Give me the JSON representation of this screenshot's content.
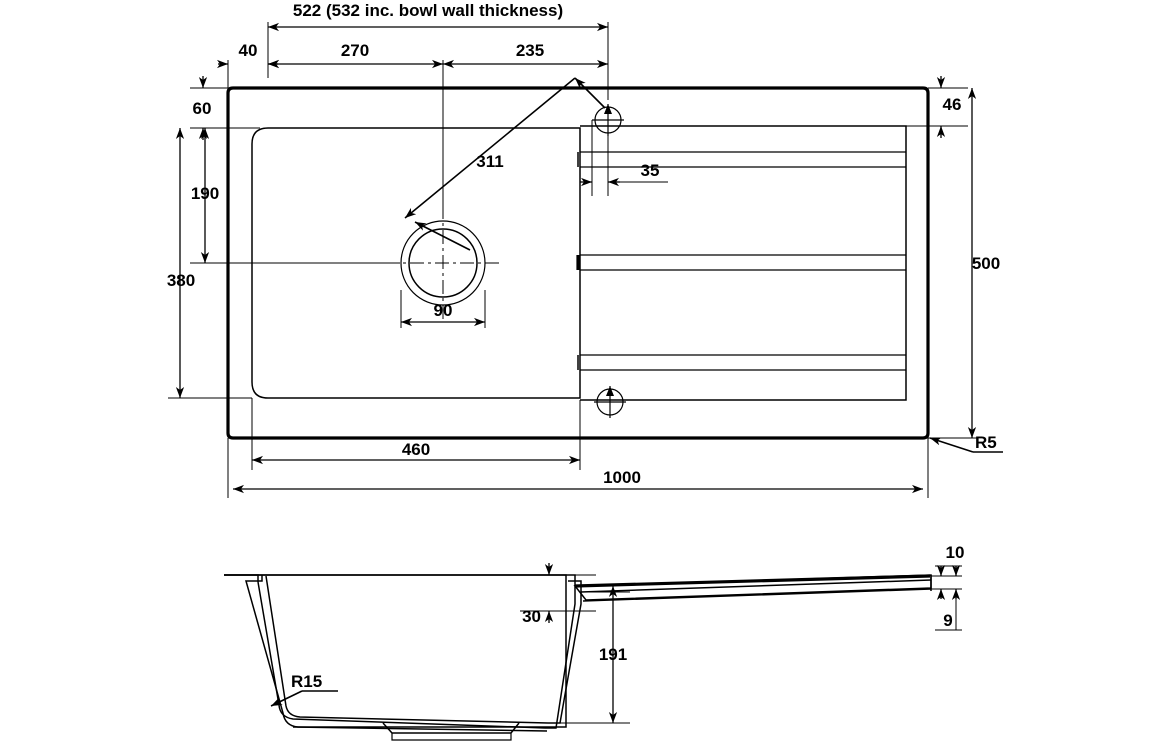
{
  "document": {
    "type": "technical-drawing",
    "subject": "kitchen sink with single bowl and drainer board",
    "units": "mm",
    "views": [
      "plan-view",
      "section-view"
    ],
    "line_color": "#000000",
    "background_color": "#ffffff"
  },
  "plan_view": {
    "title_dimension": "522 (532 inc. bowl wall thickness)",
    "dimensions": {
      "top_offset_left": "40",
      "top_segment_1": "270",
      "top_segment_2": "235",
      "overall_top": "522 (532 inc. bowl wall thickness)",
      "left_top_margin": "60",
      "left_mid": "190",
      "left_overall": "380",
      "right_top_margin": "46",
      "right_overall": "500",
      "drainer_groove_offset": "35",
      "bowl_width": "460",
      "overall_length": "1000",
      "drain_diameter": "90",
      "drain_leader": "311",
      "corner_radius": "R5"
    }
  },
  "section_view": {
    "dimensions": {
      "rim_to_drainer": "30",
      "bowl_depth": "191",
      "drainer_thickness_top": "10",
      "drainer_thickness_bottom": "9",
      "bowl_corner_radius": "R15"
    }
  },
  "labels": {
    "d_40": "40",
    "d_270": "270",
    "d_235": "235",
    "d_522": "522 (532 inc. bowl wall thickness)",
    "d_60": "60",
    "d_190": "190",
    "d_380": "380",
    "d_46": "46",
    "d_500": "500",
    "d_35": "35",
    "d_311": "311",
    "d_90": "90",
    "d_460": "460",
    "d_1000": "1000",
    "d_R5": "R5",
    "d_30": "30",
    "d_191": "191",
    "d_10": "10",
    "d_9": "9",
    "d_R15": "R15"
  }
}
